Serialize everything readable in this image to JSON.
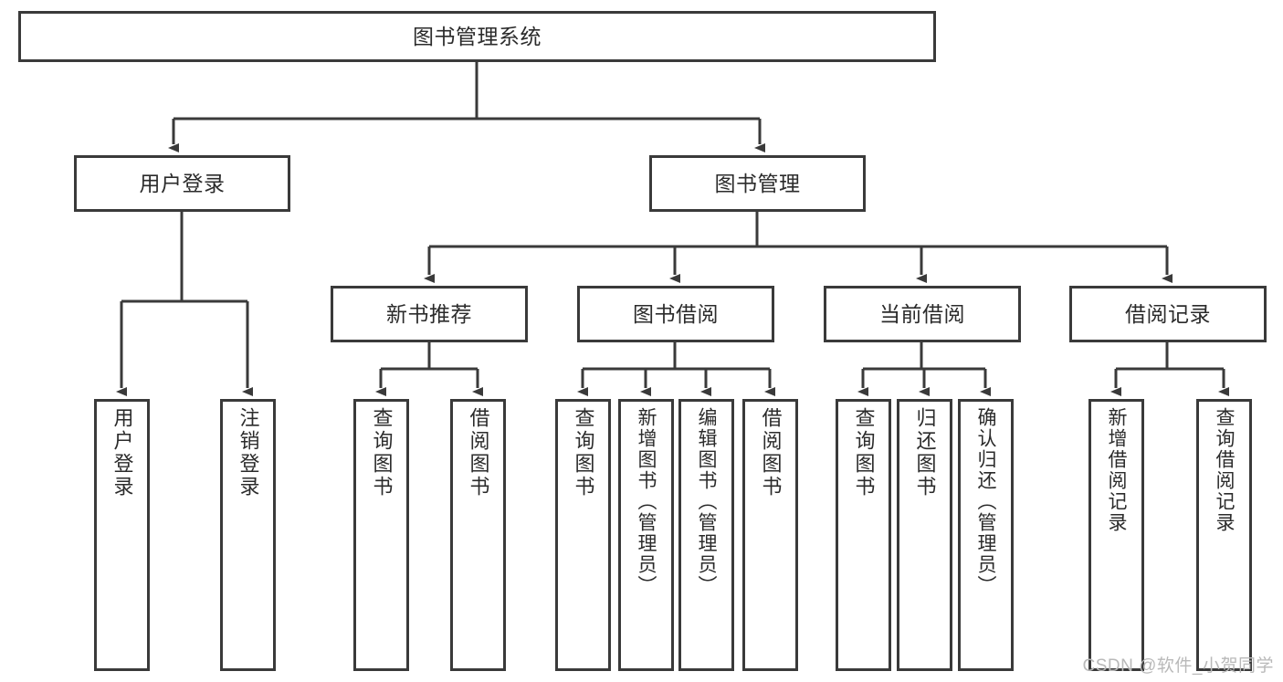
{
  "diagram": {
    "title": "图书管理系统",
    "type": "tree-hierarchy-diagram",
    "colors": {
      "box_border": "#3a3a3a",
      "box_fill": "#ffffff",
      "edge": "#3a3a3a",
      "text": "#2b2b2b",
      "watermark": "#b9b9b9"
    },
    "root": {
      "label": "图书管理系统"
    },
    "level2": [
      {
        "label": "用户登录"
      },
      {
        "label": "图书管理"
      }
    ],
    "level3": [
      {
        "label": "新书推荐"
      },
      {
        "label": "图书借阅"
      },
      {
        "label": "当前借阅"
      },
      {
        "label": "借阅记录"
      }
    ],
    "leaves": {
      "user_login": [
        {
          "label": "用户登录"
        },
        {
          "label": "注销登录"
        }
      ],
      "new_book_recommend": [
        {
          "label": "查询图书"
        },
        {
          "label": "借阅图书"
        }
      ],
      "book_borrow": [
        {
          "label": "查询图书"
        },
        {
          "label": "新增图书（管理员）"
        },
        {
          "label": "编辑图书（管理员）"
        },
        {
          "label": "借阅图书"
        }
      ],
      "current_borrow": [
        {
          "label": "查询图书"
        },
        {
          "label": "归还图书"
        },
        {
          "label": "确认归还（管理员）"
        }
      ],
      "borrow_record": [
        {
          "label": "新增借阅记录"
        },
        {
          "label": "查询借阅记录"
        }
      ]
    }
  },
  "watermark": {
    "text": "CSDN @软件_小贺同学"
  }
}
